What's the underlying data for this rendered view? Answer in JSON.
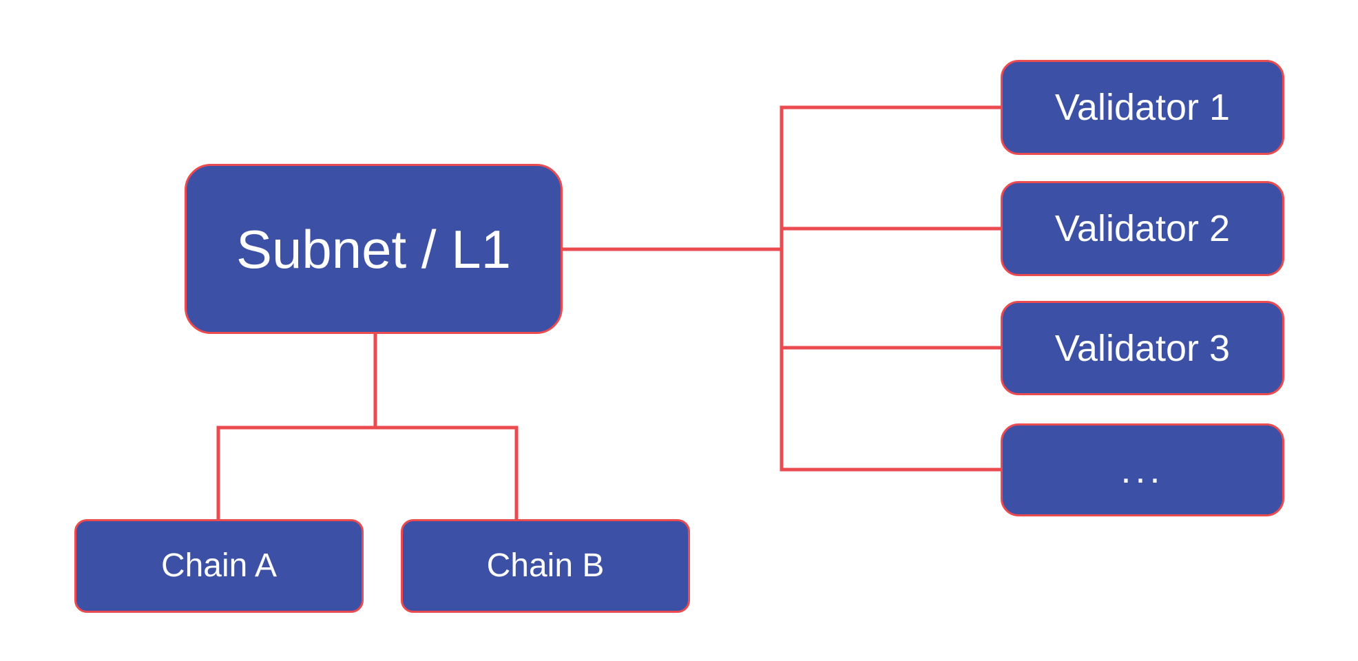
{
  "colors": {
    "node_fill": "#3C50A5",
    "line": "#EB4A4F",
    "text": "#FFFFFF",
    "background": "#FFFFFF"
  },
  "nodes": {
    "subnet": {
      "label": "Subnet / L1"
    },
    "chain_a": {
      "label": "Chain A"
    },
    "chain_b": {
      "label": "Chain B"
    },
    "validator_1": {
      "label": "Validator 1"
    },
    "validator_2": {
      "label": "Validator 2"
    },
    "validator_3": {
      "label": "Validator 3"
    },
    "validator_more": {
      "label": "..."
    }
  },
  "edges": [
    {
      "from": "Subnet / L1",
      "to": "Chain A"
    },
    {
      "from": "Subnet / L1",
      "to": "Chain B"
    },
    {
      "from": "Subnet / L1",
      "to": "Validator 1"
    },
    {
      "from": "Subnet / L1",
      "to": "Validator 2"
    },
    {
      "from": "Subnet / L1",
      "to": "Validator 3"
    },
    {
      "from": "Subnet / L1",
      "to": "..."
    }
  ]
}
